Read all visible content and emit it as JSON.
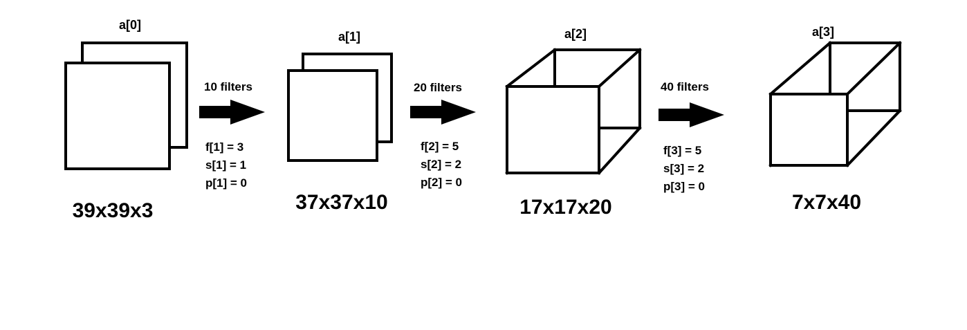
{
  "volumes": [
    {
      "label": "a[0]",
      "dims": "39x39x3"
    },
    {
      "label": "a[1]",
      "dims": "37x37x10"
    },
    {
      "label": "a[2]",
      "dims": "17x17x20"
    },
    {
      "label": "a[3]",
      "dims": "7x7x40"
    }
  ],
  "layers": [
    {
      "filters": "10 filters",
      "f": "f[1] = 3",
      "s": "s[1] = 1",
      "p": "p[1] = 0"
    },
    {
      "filters": "20 filters",
      "f": "f[2] = 5",
      "s": "s[2] = 2",
      "p": "p[2] = 0"
    },
    {
      "filters": "40 filters",
      "f": "f[3] = 5",
      "s": "s[3] = 2",
      "p": "p[3] = 0"
    }
  ],
  "colors": {
    "stroke": "#000000",
    "background": "#ffffff"
  }
}
